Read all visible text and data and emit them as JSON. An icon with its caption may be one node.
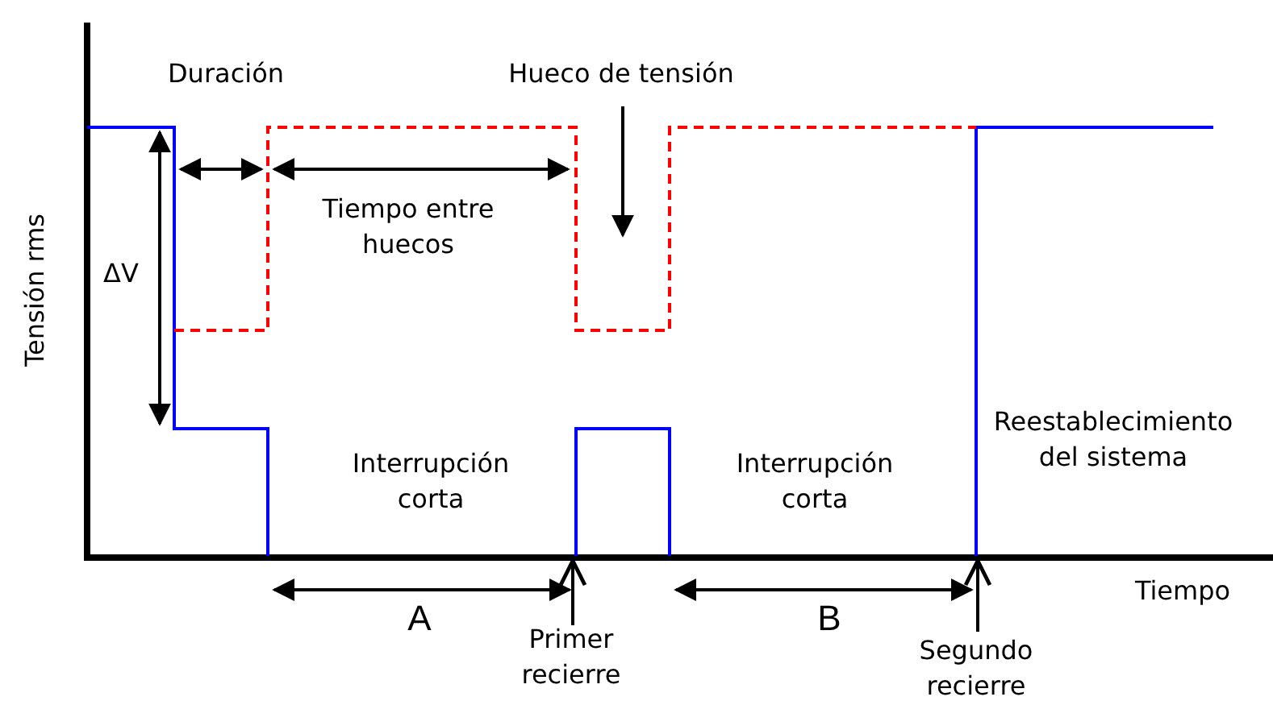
{
  "diagram": {
    "nodes": [
      {
        "text": [
          "Hueco de tensión"
        ]
      },
      {
        "text": [
          "Primer recierre"
        ]
      },
      {
        "text": [
          "Segundo recierre"
        ]
      }
    ],
    "edges": [
      {
        "from": 0,
        "to": null,
        "arrow": "to"
      },
      {
        "from": 1,
        "to": null,
        "arrow": "to"
      },
      {
        "from": 2,
        "to": null,
        "arrow": "to"
      }
    ],
    "labels": [
      "Duración",
      "ΔV",
      "Tiempo entre huecos",
      "Tensión rms",
      "Interrupción corta",
      "Interrupción corta",
      "Reestablecimiento del sistema",
      "Tiempo",
      "A",
      "B"
    ]
  }
}
